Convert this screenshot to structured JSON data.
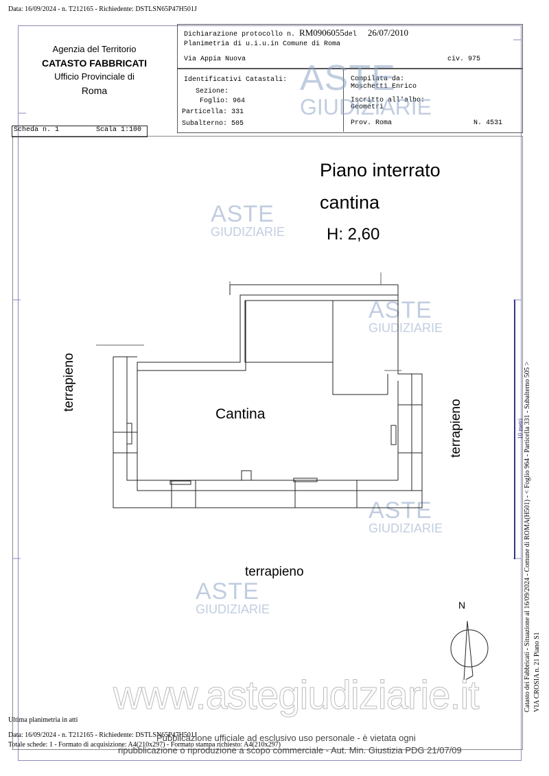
{
  "top_line": "Data: 16/09/2024 - n. T212165 - Richiedente: DSTLSN65P47H501J",
  "agency": {
    "line1": "Agenzia del Territorio",
    "line2": "CATASTO FABBRICATI",
    "line3": "Ufficio Provinciale di",
    "line4": "Roma"
  },
  "header": {
    "protocol_label": "Dichiarazione protocollo n.",
    "protocol_number": "RM0906055",
    "date_label": "del",
    "date": "26/07/2010",
    "planimetria": "Planimetria di u.i.u.in Comune di Roma",
    "address": "Via Appia Nuova",
    "civic": "civ. 975",
    "identificativi": "Identificativi Catastali:",
    "sezione": "Sezione:",
    "foglio": "Foglio: 964",
    "particella": "Particella: 331",
    "subalterno": "Subalterno: 505",
    "compilata_label": "Compilata da:",
    "compilata_name": "Moschetti Enrico",
    "iscritto_label": "Iscritto all'albo:",
    "iscritto_value": "Geometri",
    "prov": "Prov. Roma",
    "number": "N.  4531"
  },
  "scheda": "Scheda n. 1",
  "scala": "Scala 1:100",
  "plan": {
    "title1": "Piano interrato",
    "title2": "cantina",
    "height": "H: 2,60",
    "room": "Cantina",
    "left_label": "terrapieno",
    "right_label": "terrapieno",
    "bottom_label": "terrapieno",
    "north": "N",
    "scale_bar": "10 metri"
  },
  "side_text": {
    "line1": "Catasto dei Fabbricati - Situazione al 16/09/2024 - Comune di ROMA(H501) - < Foglio 964 - Particella 331 - Subalterno 505 >",
    "line2": "VIA CROSIA n. 21 Piano S1"
  },
  "watermark": {
    "aste": "ASTE",
    "giudiziarie": "GIUDIZIARIE",
    "site": "www.astegiudiziarie.it"
  },
  "footer": {
    "ultima": "Ultima planimetria in atti",
    "data": "Data: 16/09/2024 - n. T212165 - Richiedente: DSTLSN65P47H501J",
    "totale": "Totale schede: 1 - Formato di acquisizione: A4(210x297)  - Formato stampa richiesto: A4(210x297)",
    "notice1": "Pubblicazione ufficiale ad esclusivo uso personale - è vietata ogni",
    "notice2": "ripubblicazione o riproduzione a scopo commerciale - Aut. Min. Giustizia PDG 21/07/09"
  }
}
